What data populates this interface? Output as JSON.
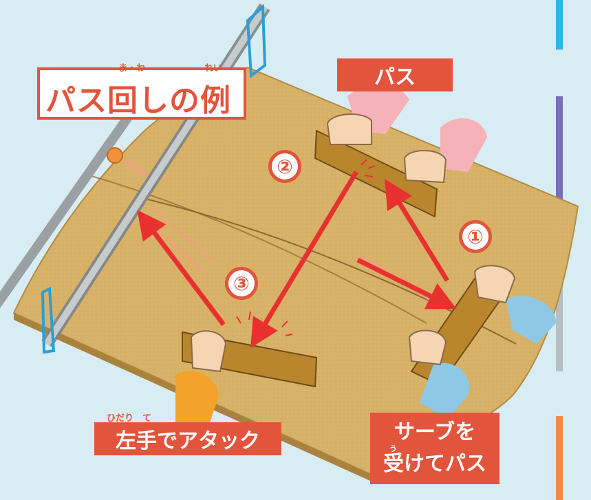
{
  "title": {
    "text": "パス回しの例",
    "ruby_mawa": "ま・わ",
    "ruby_rei": "れい"
  },
  "labels": {
    "pass": "パス",
    "serve_line1": "サーブを",
    "serve_line2": "受けてパス",
    "serve_ruby": "う",
    "left_attack": "左手でアタック",
    "left_ruby": "ひだり　て"
  },
  "steps": [
    "①",
    "②",
    "③"
  ],
  "colors": {
    "background": "#d8ecf3",
    "accent": "#e2553c",
    "table": "#d8b268",
    "arrow": "#e8312f",
    "bar_cyan": "#29b7e3",
    "bar_purple": "#7b6cb8",
    "bar_gray": "#b5bfc3",
    "bar_orange": "#f08a4b"
  }
}
